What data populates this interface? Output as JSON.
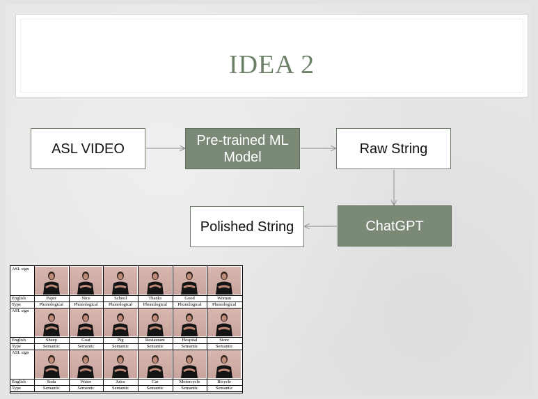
{
  "slide": {
    "title": "IDEA 2"
  },
  "flow": {
    "nodes": [
      {
        "id": "asl-video",
        "label": "ASL VIDEO",
        "style": "white"
      },
      {
        "id": "ml-model",
        "label": "Pre-trained ML Model",
        "style": "green"
      },
      {
        "id": "raw-string",
        "label": "Raw String",
        "style": "white"
      },
      {
        "id": "chatgpt",
        "label": "ChatGPT",
        "style": "green"
      },
      {
        "id": "polished-string",
        "label": "Polished String",
        "style": "white"
      }
    ],
    "edges": [
      {
        "from": "asl-video",
        "to": "ml-model"
      },
      {
        "from": "ml-model",
        "to": "raw-string"
      },
      {
        "from": "raw-string",
        "to": "chatgpt"
      },
      {
        "from": "chatgpt",
        "to": "polished-string"
      }
    ]
  },
  "asl_table": {
    "row_labels": {
      "sign": "ASL sign",
      "english": "English",
      "type": "Type"
    },
    "groups": [
      {
        "english": [
          "Paper",
          "Nice",
          "School",
          "Thanks",
          "Good",
          "Woman"
        ],
        "type": [
          "Phonological",
          "Phonological",
          "Phonological",
          "Phonological",
          "Phonological",
          "Phonological"
        ]
      },
      {
        "english": [
          "Sheep",
          "Goat",
          "Pig",
          "Restaurant",
          "Hospital",
          "Store"
        ],
        "type": [
          "Semantic",
          "Semantic",
          "Semantic",
          "Semantic",
          "Semantic",
          "Semantic"
        ]
      },
      {
        "english": [
          "Soda",
          "Water",
          "Juice",
          "Car",
          "Motorcycle",
          "Bicycle"
        ],
        "type": [
          "Semantic",
          "Semantic",
          "Semantic",
          "Semantic",
          "Semantic",
          "Semantic"
        ]
      }
    ]
  },
  "colors": {
    "accent": "#7a8a76",
    "title": "#6d8068",
    "background": "#e6e6e6"
  }
}
